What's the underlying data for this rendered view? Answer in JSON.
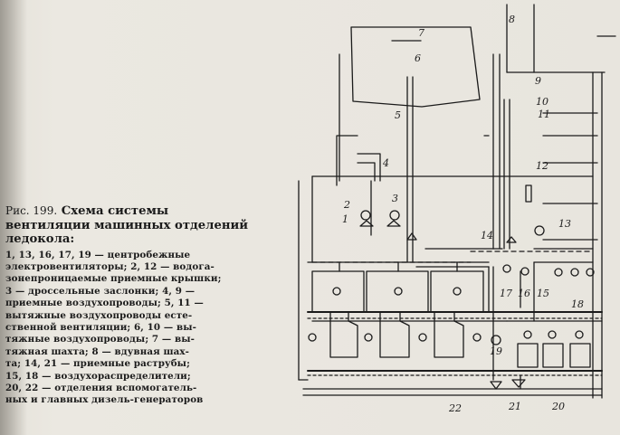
{
  "caption": {
    "figure_label": "Рис. 199.",
    "title": "Схема системы вентиляции машинных отделений ледокола:",
    "legend_lines": [
      "1, 13, 16, 17, 19 — центробежные электровентиляторы; 2, 12 — водога-",
      "зонепроницаемые приемные крышки;",
      "3 — дроссельные заслонки; 4, 9 —",
      "приемные воздухопроводы; 5, 11 —",
      "вытяжные воздухопроводы есте-",
      "ственной вентиляции; 6, 10 — вы-",
      "тяжные воздухопроводы; 7 — вы-",
      "тяжная шахта; 8 — вдувная шах-",
      "та; 14, 21 — приемные раструбы;",
      "15, 18 — воздухораспределители;",
      "20, 22 — отделения вспомогатель-",
      "ных и главных дизель-генераторов"
    ]
  },
  "diagram": {
    "callouts": [
      "1",
      "2",
      "3",
      "4",
      "5",
      "6",
      "7",
      "8",
      "9",
      "10",
      "11",
      "12",
      "13",
      "14",
      "15",
      "16",
      "17",
      "18",
      "19",
      "20",
      "21",
      "22"
    ]
  }
}
